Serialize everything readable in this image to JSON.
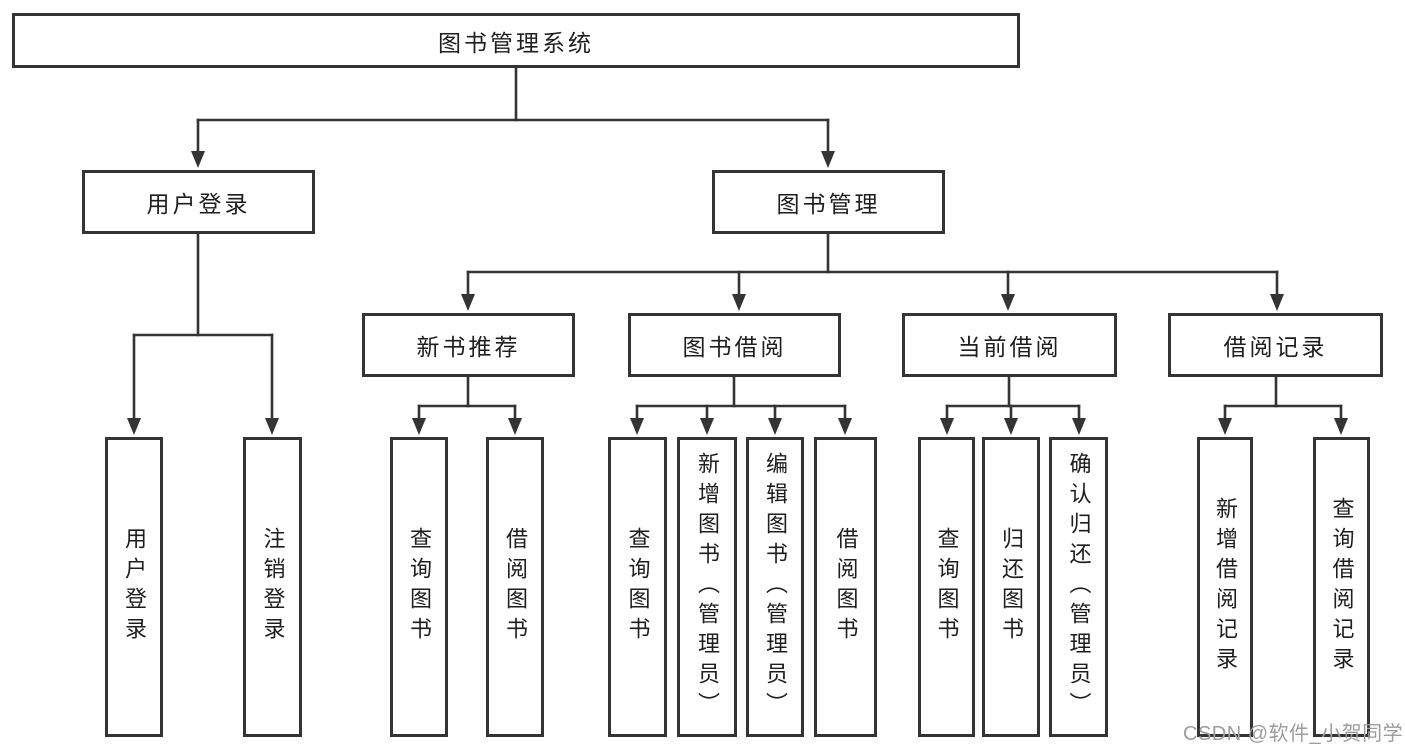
{
  "diagram": {
    "root": {
      "label": "图书管理系统",
      "children": [
        {
          "label": "用户登录",
          "children": [
            {
              "label": "用户登录"
            },
            {
              "label": "注销登录"
            }
          ]
        },
        {
          "label": "图书管理",
          "children": [
            {
              "label": "新书推荐",
              "children": [
                {
                  "label": "查询图书"
                },
                {
                  "label": "借阅图书"
                }
              ]
            },
            {
              "label": "图书借阅",
              "children": [
                {
                  "label": "查询图书"
                },
                {
                  "label": "新增图书（管理员）"
                },
                {
                  "label": "编辑图书（管理员）"
                },
                {
                  "label": "借阅图书"
                }
              ]
            },
            {
              "label": "当前借阅",
              "children": [
                {
                  "label": "查询图书"
                },
                {
                  "label": "归还图书"
                },
                {
                  "label": "确认归还（管理员）"
                }
              ]
            },
            {
              "label": "借阅记录",
              "children": [
                {
                  "label": "新增借阅记录"
                },
                {
                  "label": "查询借阅记录"
                }
              ]
            }
          ]
        }
      ]
    },
    "line_color": "#343434"
  },
  "watermark": "CSDN @软件_小贺同学"
}
